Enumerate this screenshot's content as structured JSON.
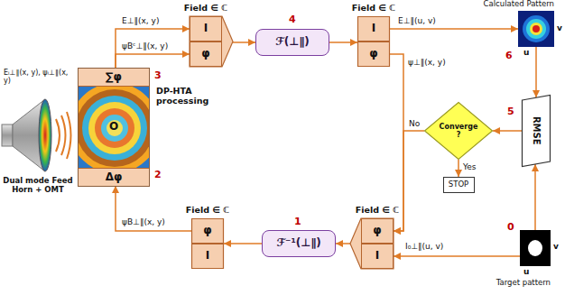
{
  "diagram": {
    "nodes": [
      {
        "text": [
          "DP-HTA processing"
        ]
      },
      {
        "text": [
          "∑φ"
        ],
        "in": 0
      },
      {
        "text": [
          "Δφ"
        ],
        "in": 0
      },
      {
        "text": [
          "Field ∈ ℂ"
        ]
      },
      {
        "text": [
          "I"
        ],
        "in": 3
      },
      {
        "text": [
          "φ"
        ],
        "in": 3
      },
      {
        "text": [
          "ℱ(⊥∥)"
        ]
      },
      {
        "text": [
          "Field ∈ ℂ"
        ]
      },
      {
        "text": [
          "I"
        ],
        "in": 7
      },
      {
        "text": [
          "φ"
        ],
        "in": 7
      },
      {
        "text": [
          "Calculated Pattern"
        ]
      },
      {
        "text": [
          "RMSE"
        ]
      },
      {
        "text": [
          "Converge ?"
        ]
      },
      {
        "text": [
          "STOP"
        ]
      },
      {
        "text": [
          "Target pattern"
        ]
      },
      {
        "text": [
          "Field ∈ ℂ"
        ]
      },
      {
        "text": [
          "φ"
        ],
        "in": 15
      },
      {
        "text": [
          "I"
        ],
        "in": 15
      },
      {
        "text": [
          "ℱ⁻¹(⊥∥)"
        ]
      },
      {
        "text": [
          "Field ∈ ℂ"
        ]
      },
      {
        "text": [
          "φ"
        ],
        "in": 19
      },
      {
        "text": [
          "I"
        ],
        "in": 19
      }
    ],
    "edges": [
      {
        "from": 1,
        "to": 4,
        "label": "E⊥∥(x, y)",
        "arrow": "to"
      },
      {
        "from": 1,
        "to": 5,
        "label": "ψBᶜ⊥∥(x, y)",
        "arrow": "to"
      },
      {
        "from": 3,
        "to": 6,
        "arrow": "to"
      },
      {
        "from": 6,
        "to": 7,
        "arrow": "to"
      },
      {
        "from": 8,
        "to": 10,
        "label": "E⊥∥(u, v)",
        "arrow": "to"
      },
      {
        "from": 10,
        "to": 11,
        "arrow": "to"
      },
      {
        "from": 14,
        "to": 11,
        "arrow": "to"
      },
      {
        "from": 11,
        "to": 12,
        "arrow": "to"
      },
      {
        "from": 12,
        "to": 13,
        "label": "Yes",
        "arrow": "to"
      },
      {
        "from": 9,
        "to": 16,
        "label": "ψ⊥∥(x, y)",
        "arrow": "to"
      },
      {
        "from": 12,
        "to": 16,
        "label": "No",
        "arrow": "to"
      },
      {
        "from": 14,
        "to": 17,
        "label": "I₀⊥∥(u, v)",
        "arrow": "to"
      },
      {
        "from": 15,
        "to": 18,
        "arrow": "to"
      },
      {
        "from": 18,
        "to": 19,
        "arrow": "to"
      },
      {
        "from": 20,
        "to": 2,
        "label": "ψB⊥∥(x, y)",
        "arrow": "to"
      }
    ],
    "labels": [
      "Eᵢ⊥∥(x, y), ψᵢ⊥∥(x, y)",
      "Dual mode Feed Horn + OMT",
      "3",
      "2",
      "O",
      "4",
      "6",
      "v",
      "u",
      "5",
      "0",
      "v",
      "u",
      "1"
    ]
  }
}
